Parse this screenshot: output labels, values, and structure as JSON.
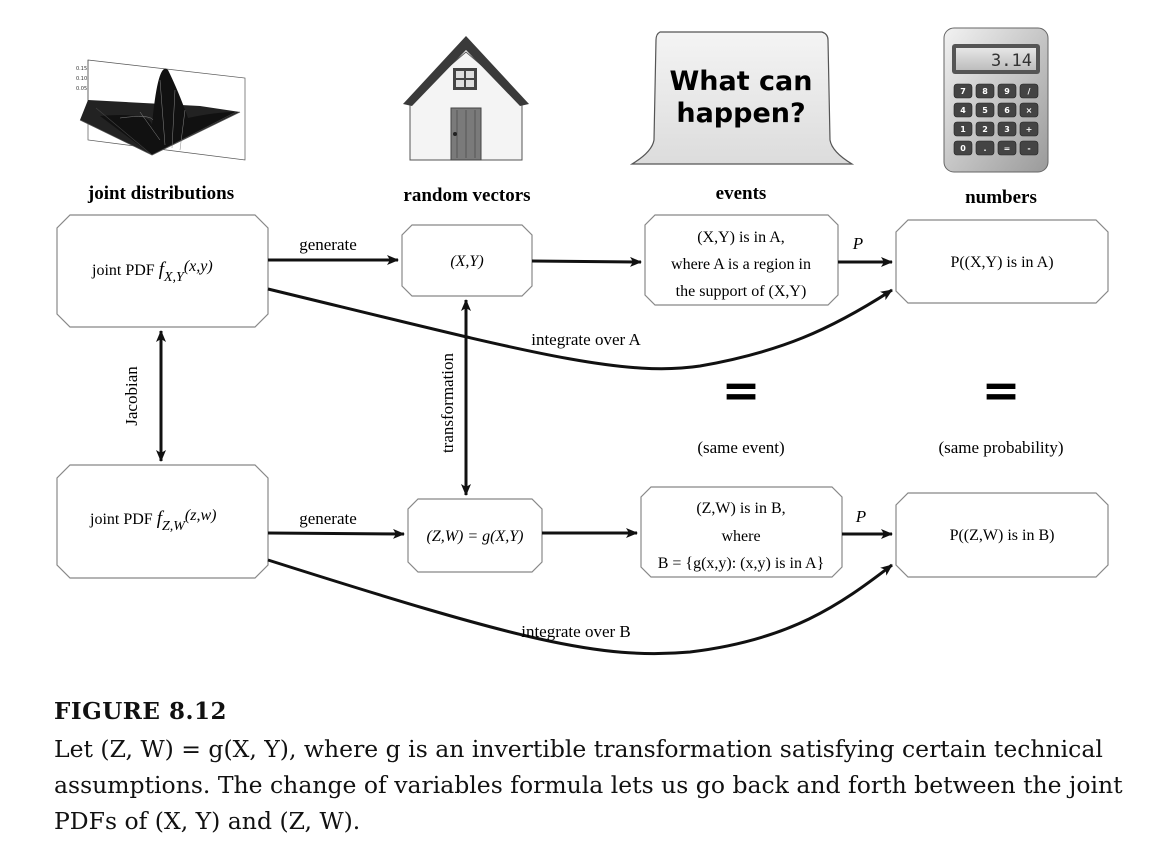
{
  "headers": {
    "joint": "joint distributions",
    "random": "random vectors",
    "events": "events",
    "numbers": "numbers"
  },
  "sign": {
    "line1": "What can",
    "line2": "happen?"
  },
  "calculator": {
    "display": "3.14",
    "keys": [
      "7",
      "8",
      "9",
      "/",
      "4",
      "5",
      "6",
      "×",
      "1",
      "2",
      "3",
      "+",
      "0",
      ".",
      "=",
      "-"
    ]
  },
  "boxes": {
    "pdf_xy": {
      "prefix": "joint PDF ",
      "f": "f",
      "sub": "X,Y",
      "args": "(x,y)"
    },
    "xy": "(X,Y)",
    "event_a": {
      "l1": "(X,Y) is in A,",
      "l2": "where A is a region in",
      "l3": "the support of (X,Y)"
    },
    "prob_a": "P((X,Y) is in A)",
    "pdf_zw": {
      "prefix": "joint PDF ",
      "f": "f",
      "sub": "Z,W",
      "args": "(z,w)"
    },
    "zw": "(Z,W) = g(X,Y)",
    "event_b": {
      "l1": "(Z,W) is in B,",
      "l2": "where",
      "l3": "B = {g(x,y): (x,y) is in A}"
    },
    "prob_b": "P((Z,W) is in B)"
  },
  "labels": {
    "generate_top": "generate",
    "generate_bottom": "generate",
    "p_top": "P",
    "p_bottom": "P",
    "integrate_a": "integrate over A",
    "integrate_b": "integrate over B",
    "jacobian": "Jacobian",
    "transformation": "transformation",
    "equals": "=",
    "same_event": "(same event)",
    "same_probability": "(same probability)"
  },
  "caption": {
    "title": "FIGURE 8.12",
    "text": "Let (Z, W) = g(X, Y), where g is an invertible transformation satisfying certain technical assumptions. The change of variables formula lets us go back and forth between the joint PDFs of (X, Y) and (Z, W)."
  }
}
